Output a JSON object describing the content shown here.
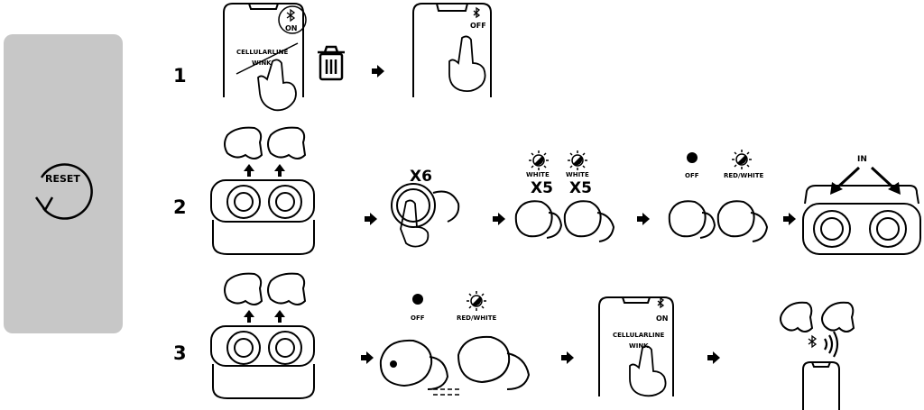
{
  "sidebar": {
    "label": "RESET"
  },
  "steps": {
    "step1": {
      "number": "1",
      "bt_on": "ON",
      "device_line1": "CELLULARLINE",
      "device_line2": "WINK",
      "bt_off": "OFF"
    },
    "step2": {
      "number": "2",
      "tap_count": "X6",
      "white_1": "WHITE",
      "white_2": "WHITE",
      "flash_count_1": "X5",
      "flash_count_2": "X5",
      "led_off": "OFF",
      "led_red_white": "RED/WHITE",
      "in_label": "IN"
    },
    "step3": {
      "number": "3",
      "led_off": "OFF",
      "led_red_white": "RED/WHITE",
      "bt_on": "ON",
      "device_line1": "CELLULARLINE",
      "device_line2": "WINK"
    }
  },
  "icons": [
    "reset-icon",
    "bluetooth-icon",
    "trash-icon",
    "arrow-right-icon",
    "hand-tap-icon",
    "earbud-icon",
    "charging-case-icon",
    "led-light-icon",
    "phone-icon",
    "signal-waves-icon"
  ]
}
